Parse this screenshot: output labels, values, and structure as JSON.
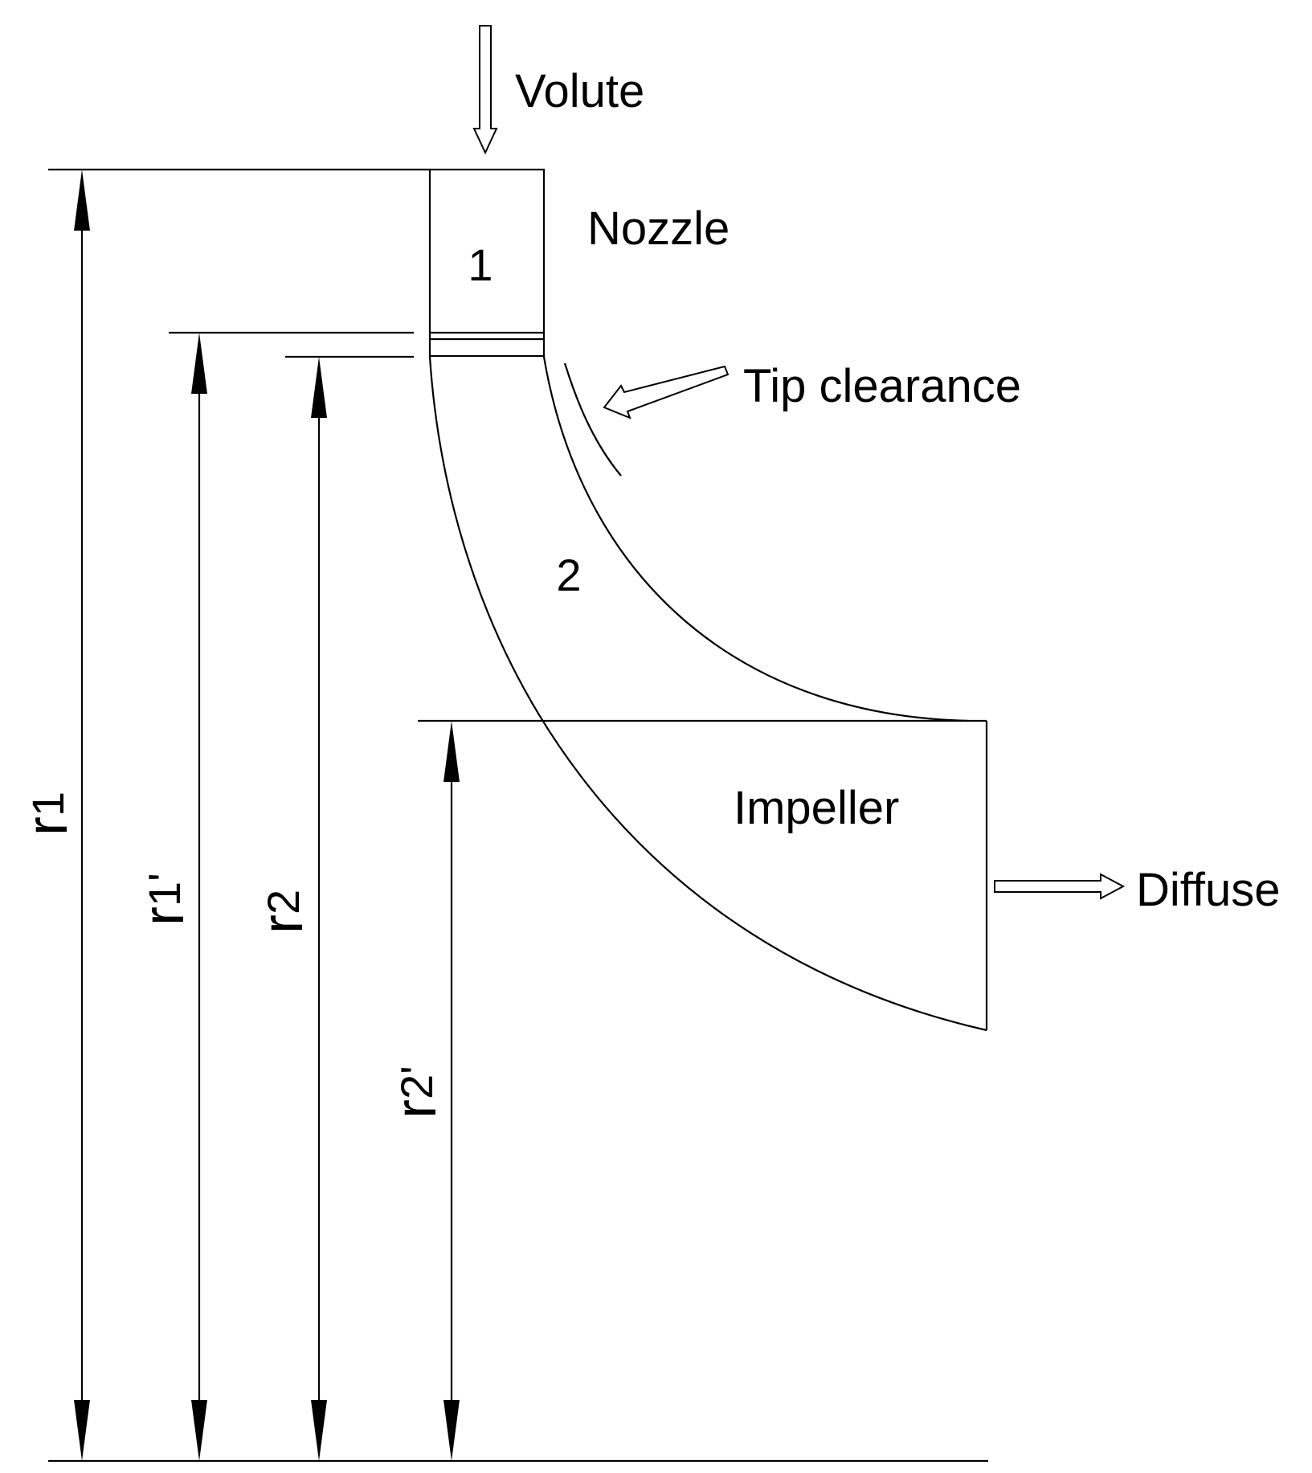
{
  "labels": {
    "volute": "Volute",
    "nozzle": "Nozzle",
    "tip_clearance": "Tip clearance",
    "impeller": "Impeller",
    "diffuse": "Diffuse",
    "zone_1": "1",
    "zone_2": "2"
  },
  "dimensions": {
    "r1": {
      "base": "r",
      "sub": "1",
      "prime": ""
    },
    "r1_prime": {
      "base": "r",
      "sub": "1",
      "prime": "'"
    },
    "r2": {
      "base": "r",
      "sub": "2",
      "prime": ""
    },
    "r2_prime": {
      "base": "r",
      "sub": "2",
      "prime": "'"
    }
  },
  "colors": {
    "line": "#000000",
    "background": "#ffffff"
  }
}
